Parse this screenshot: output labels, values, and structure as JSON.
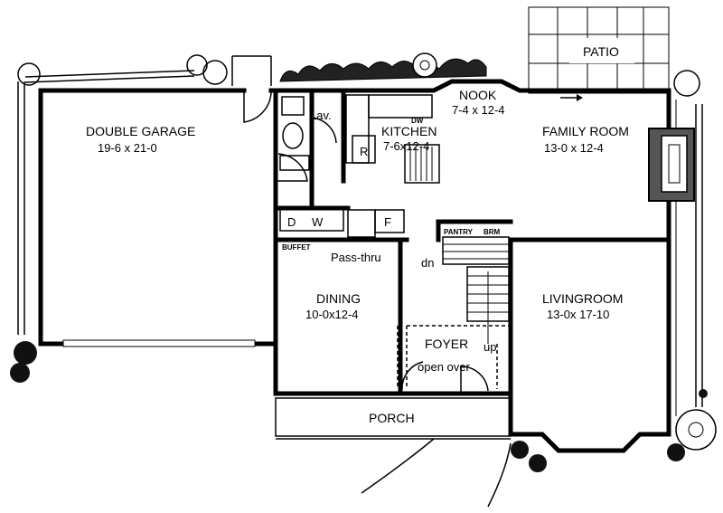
{
  "rooms": {
    "garage": {
      "name": "DOUBLE GARAGE",
      "dims": "19-6 x 21-0"
    },
    "kitchen": {
      "name": "KITCHEN",
      "dims": "7-6x12-4"
    },
    "nook": {
      "name": "NOOK",
      "dims": "7-4 x 12-4"
    },
    "family": {
      "name": "FAMILY ROOM",
      "dims": "13-0 x 12-4"
    },
    "dining": {
      "name": "DINING",
      "dims": "10-0x12-4"
    },
    "living": {
      "name": "LIVINGROOM",
      "dims": "13-0x 17-10"
    },
    "foyer": {
      "name": "FOYER"
    },
    "porch": {
      "name": "PORCH"
    },
    "patio": {
      "name": "PATIO"
    }
  },
  "labels": {
    "lav": "Lav.",
    "dw": "DW",
    "range": "R",
    "fridge": "F",
    "d": "D",
    "w": "W",
    "buffet": "BUFFET",
    "pass_thru": "Pass-thru",
    "pantry": "PANTRY",
    "brm": "BRM",
    "dn": "dn",
    "up": "up",
    "open_over": "open over"
  },
  "colors": {
    "ink": "#000000",
    "paper": "#ffffff"
  }
}
